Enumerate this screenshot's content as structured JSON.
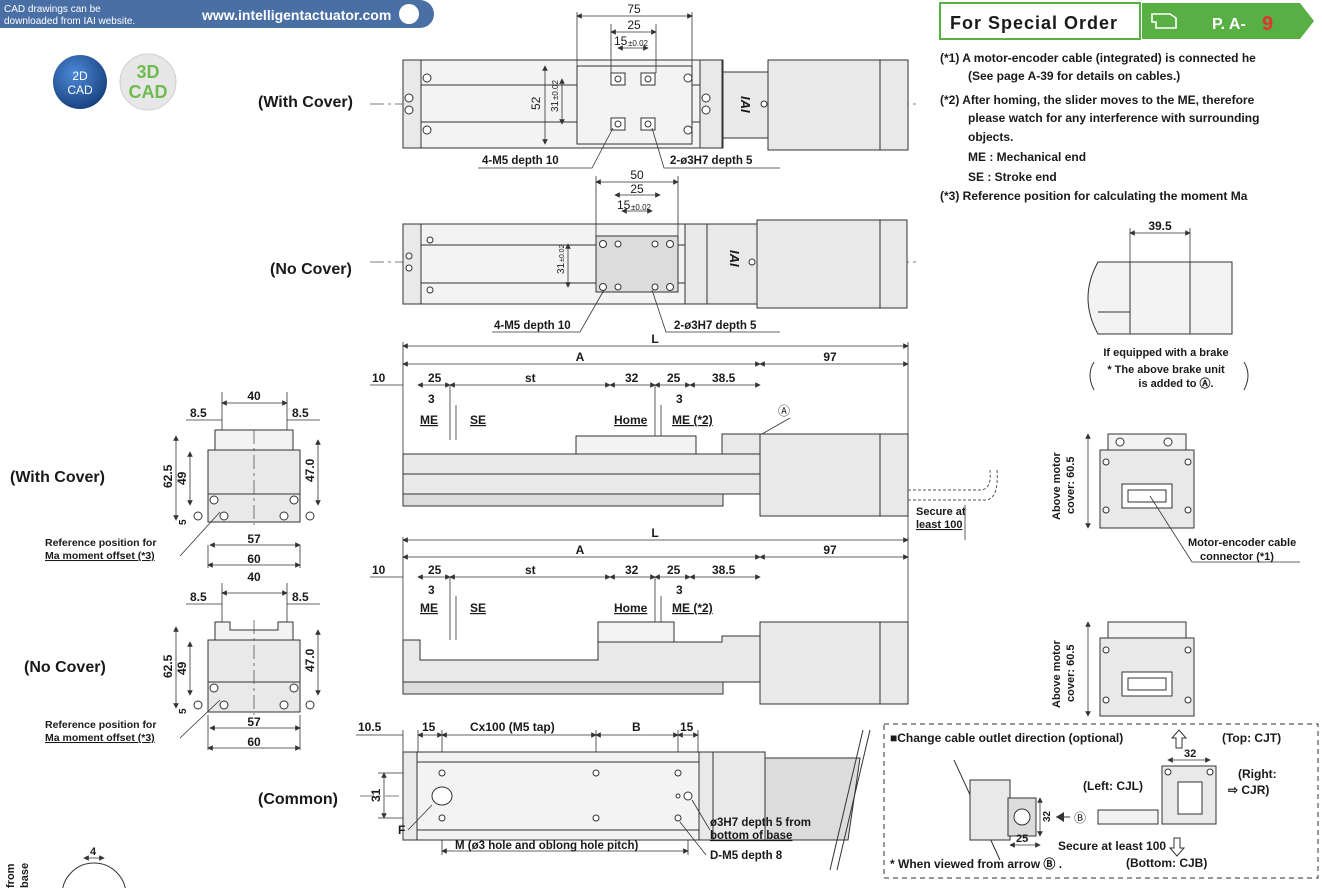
{
  "banner": {
    "line1": "CAD drawings can be",
    "line2": "downloaded from IAI website.",
    "url": "www.intelligentactuator.com",
    "badge_2d_top": "2D",
    "badge_2d_bottom": "CAD",
    "badge_3d_top": "3D",
    "badge_3d_bottom": "CAD"
  },
  "special_order": {
    "title": "For Special Order",
    "ref": "P. A-",
    "ref_num": "9"
  },
  "notes": [
    "(*1) A motor-encoder cable (integrated) is connected he",
    "(See page A-39 for details on cables.)",
    "(*2) After homing, the slider moves to the ME, therefore",
    "please watch for any interference with surrounding",
    "objects.",
    "ME : Mechanical end",
    "SE : Stroke end",
    "(*3) Reference position for calculating the moment Ma"
  ],
  "views": {
    "with_cover": "(With Cover)",
    "no_cover": "(No Cover)",
    "common": "(Common)"
  },
  "top_view": {
    "d75": "75",
    "d25": "25",
    "d15": "15",
    "tol": "±0.02",
    "d52": "52",
    "d31": "31",
    "d31tol": "±0.02",
    "tap": "4-M5 depth 10",
    "pin": "2-ø3H7 depth 5"
  },
  "top_view2": {
    "d50": "50",
    "d25": "25",
    "d15": "15",
    "tol": "±0.02",
    "d31": "31",
    "d31tol": "±0.02",
    "tap": "4-M5 depth 10",
    "pin": "2-ø3H7 depth 5"
  },
  "logo": "IAI",
  "side_view": {
    "L": "L",
    "A": "A",
    "d97": "97",
    "d10": "10",
    "d25": "25",
    "st": "st",
    "d32": "32",
    "d25b": "25",
    "d38_5": "38.5",
    "d3": "3",
    "d3b": "3",
    "ME": "ME",
    "SE": "SE",
    "Home": "Home",
    "ME2": "ME (*2)",
    "markA": "Ⓐ",
    "secure1": "Secure at",
    "secure2": "least 100"
  },
  "side_view2": {
    "L": "L",
    "A": "A",
    "d97": "97",
    "d10": "10",
    "d25": "25",
    "st": "st",
    "d32": "32",
    "d25b": "25",
    "d38_5": "38.5",
    "d3": "3",
    "d3b": "3",
    "ME": "ME",
    "SE": "SE",
    "Home": "Home",
    "ME2": "ME (*2)"
  },
  "end_view": {
    "d40": "40",
    "d8_5a": "8.5",
    "d8_5b": "8.5",
    "d62_5": "62.5",
    "d49": "49",
    "d47": "47.0",
    "d5": "5",
    "d57": "57",
    "d60": "60",
    "ref1": "Reference position for",
    "ref2": "Ma moment offset (*3)"
  },
  "end_view2": {
    "d40": "40",
    "d8_5a": "8.5",
    "d8_5b": "8.5",
    "d62_5": "62.5",
    "d49": "49",
    "d47": "47.0",
    "d5": "5",
    "d57": "57",
    "d60": "60",
    "ref1": "Reference position for",
    "ref2": "Ma moment offset (*3)"
  },
  "bottom_view": {
    "d10_5": "10.5",
    "d15a": "15",
    "cx": "Cx100 (M5 tap)",
    "B": "B",
    "d15b": "15",
    "d31": "31",
    "F": "F",
    "pin": "ø3H7 depth 5 from",
    "pin2": "bottom of base",
    "M": "M (ø3 hole and oblong hole pitch)",
    "D": "D-M5 depth 8"
  },
  "brake": {
    "d39_5": "39.5",
    "cap1": "If equipped with a brake",
    "cap2": "* The above brake unit",
    "cap3": "is added to Ⓐ."
  },
  "motor_end": {
    "above1": "Above motor",
    "above2": "cover: 60.5",
    "conn1": "Motor-encoder cable",
    "conn2": "connector (*1)"
  },
  "motor_end2": {
    "above1": "Above motor",
    "above2": "cover: 60.5"
  },
  "cable_outlet": {
    "title": "■Change cable outlet direction (optional)",
    "top": "(Top: CJT)",
    "left": "(Left: CJL)",
    "right1": "(Right:",
    "right2": "⇨ CJR)",
    "d32a": "32",
    "d32b": "32",
    "d25": "25",
    "markB": "Ⓑ",
    "secure": "Secure at least 100",
    "note": "* When viewed from arrow Ⓑ .",
    "bottom": "(Bottom: CJB)"
  },
  "detail": {
    "d4": "4",
    "lbl1": "from",
    "lbl2": "base"
  },
  "colors": {
    "banner": "#4a6fa5",
    "accent": "#58b044",
    "cad2d": "#1f5fae",
    "cad3d": "#6fbb4f"
  }
}
